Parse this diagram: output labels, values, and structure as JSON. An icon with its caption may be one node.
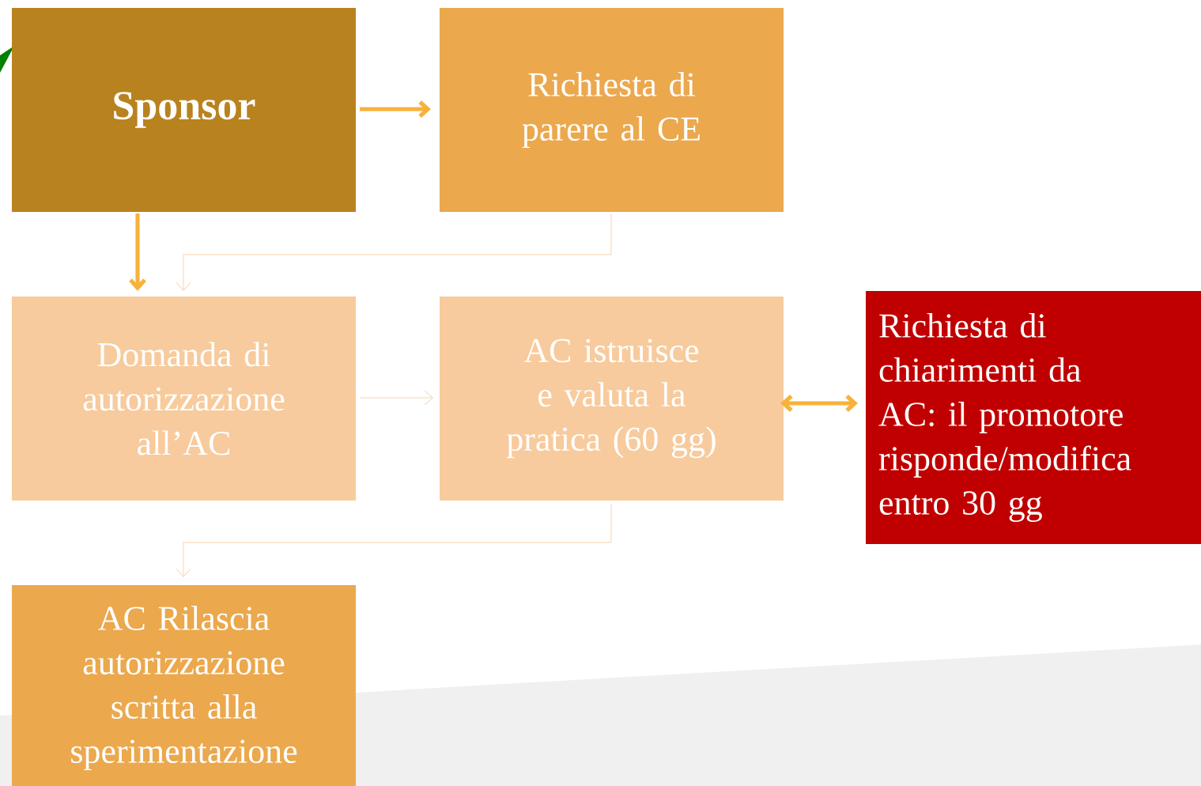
{
  "diagram": {
    "nodes": [
      {
        "text": [
          "Sponsor"
        ]
      },
      {
        "text": [
          "Richiesta di parere al CE"
        ]
      },
      {
        "text": [
          "Domanda di autorizzazione all’AC"
        ]
      },
      {
        "text": [
          "AC istruisce e valuta la pratica (60 gg)"
        ]
      },
      {
        "text": [
          "Richiesta di chiarimenti da AC: il promotore risponde/modifica entro 30 gg"
        ]
      },
      {
        "text": [
          "AC Rilascia autorizzazione scritta alla sperimentazione"
        ]
      }
    ],
    "edges": [
      {
        "from": 0,
        "to": 1,
        "arrow": "to",
        "style": "thick"
      },
      {
        "from": 0,
        "to": 2,
        "arrow": "to",
        "style": "thick"
      },
      {
        "from": 1,
        "to": 2,
        "arrow": "to",
        "color": "#f9d3ad"
      },
      {
        "from": 2,
        "to": 3,
        "arrow": "to",
        "color": "#f9d3ad"
      },
      {
        "from": 3,
        "to": 4,
        "arrow": "both",
        "style": "thick"
      },
      {
        "from": 3,
        "to": 5,
        "arrow": "to",
        "color": "#f9d3ad"
      }
    ]
  }
}
